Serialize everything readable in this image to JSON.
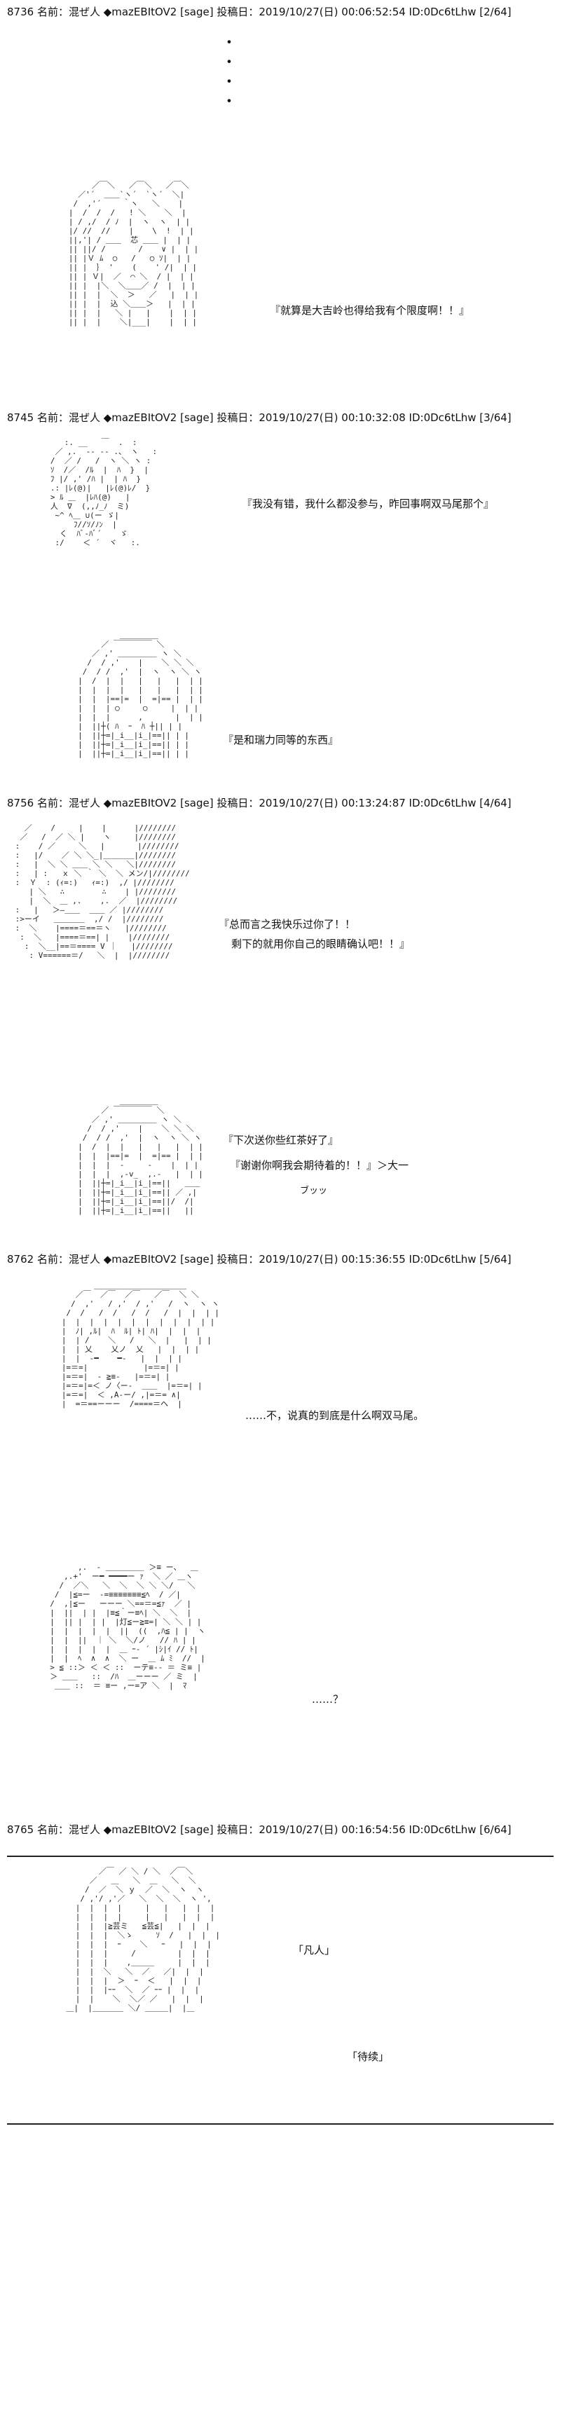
{
  "posts": [
    {
      "header": "8736 名前：混ぜ人 ◆mazEBItOV2 [sage] 投稿日：2019/10/27(日) 00:06:52:54 ID:0Dc6tLhw [2/64]"
    },
    {
      "header": "8745 名前：混ぜ人 ◆mazEBItOV2 [sage] 投稿日：2019/10/27(日) 00:10:32:08 ID:0Dc6tLhw [3/64]"
    },
    {
      "header": "8756 名前：混ぜ人 ◆mazEBItOV2 [sage] 投稿日：2019/10/27(日) 00:13:24:87 ID:0Dc6tLhw [4/64]"
    },
    {
      "header": "8762 名前：混ぜ人 ◆mazEBItOV2 [sage] 投稿日：2019/10/27(日) 00:15:36:55 ID:0Dc6tLhw [5/64]"
    },
    {
      "header": "8765 名前：混ぜ人 ◆mazEBItOV2 [sage] 投稿日：2019/10/27(日) 00:16:54:56 ID:0Dc6tLhw [6/64]"
    }
  ],
  "dots": [
    "・",
    "・",
    "・",
    "・"
  ],
  "dialogue": {
    "d1": "『就算是大吉岭也得给我有个限度啊！！』",
    "d2": "『我没有错，我什么都没参与，昨回事啊双马尾那个』",
    "d3": "『是和瑞力同等的东西』",
    "d4a": "『总而言之我快乐过你了！！",
    "d4b": "剩下的就用你自己的眼睛确认吧！！』",
    "d5a": "『下次送你些红茶好了』",
    "d5b": "『谢谢你啊我会期待着的！！』＞大一",
    "d5c": "ブッッ",
    "d6": "……不，说真的到底是什么啊双马尾。",
    "d7": "……？",
    "d8": "「凡人」",
    "d9": "「待续」"
  },
  "ascii_art": {
    "a1": "        ／￣＼   ／￣＼   ／￣＼\n     ／'´  ＿＿`ヽ´  `ヽ´  ＼|\n    /  ,'´  　 ｀ヽ   ＼    |\n   |  /  /  /   ! ＼    ＼  |\n   | / ,/  / ﾉ  |  ヽ  ヽ  | |\n   |/ //  //    |    \\  !  | |\n   ||,'| / ＿＿  芯 ＿＿ |  | |\n   || ||/ /       /    ∨ |  | |\n   || |Ｖ ﾑ  ○   /   ○ ｿ|  | |\n   || |  ｝ '    (    ' /|  | |\n   || | Ｖ|  ／  ⌒ ＼  / |  | |\n   || |  |＼  ＼＿＿／ /  |  | |\n   || |  |  ＼  ＞   ／   |  | |\n   || |  |  込 ＼＿＿＞   |  | |\n   || |  |   ＼ |   |    |  | |\n   || |  |    ＼|___|    |  | |",
    "a2": "      :. __   ￣  .  :\n    ／ ,.  -‐ ‐- .、 ヽ   :\n   /  ／ /   /  ヽ ＼ ヽ :\n   ｿ  /／  /ﾙ  |  ﾊ  }  |\n   ﾌ |/ ,' /ﾊ |  | ﾊ  }\n   .: |ﾚ(@)|   |ﾚ(@)ﾚ/  }\n   > ﾙ ＿  |ﾚﾊ(@)   |\n   人  ∇  (,,ﾉ_ﾉ  ミ)\n    ~^ ﾍ＿ ∪(ー ゞ|\n        ﾌ//ｿ/ﾉﾝ  |\n     く  ﾊﾞ-ﾊﾞ´    ゞ\n    :/    ＜ ´  ヾ   :.",
    "a3": "              ＿＿＿＿＿\n          ／ ￣￣￣￣￣ ＼\n        ／ ,' ＿＿＿＿＿ ヽ ＼\n       /  / ,'    |    ＼ ＼ ＼\n      /  / /  ,'  |  ヽ  ヽ ＼ ヽ\n     |  /  |  |   |   |   |  | |\n     |  |  |  |   |   |   |  | |\n     |  |  |==|=  |  =|== |  | |\n     |  |  | ○     ○     |  | |\n     |  |  |      ,       |  | |\n     |  ||┼( ﾊ  ｰ  ﾊ ┼|| | |\n     |  ||┼=|_i__|i_|==|| | |\n     |  ||┼=|_i__|i_|==|| | |\n     |  ||┼=|_i__|i_|==|| | |",
    "a4": "   ／    /     |    |      |////////\n  ／   /  ／ ＼ |    ヽ     |////////\n :    / ／     ＼   |       |////////\n :   |/    ／ ＼ ＼_|＿＿＿＿|////////\n :   |  ＼ ＼ ＿＿ ＼ ＼   ＼|////////\n :   | :   ｘ ＼ ｀ ＼  ＼ メン/|////////\n :  Ｙ  : (ｨ=:)   ｨ=:)  ,/ |////////\n    | ＼   ∴        ∴    | |////////\n    |  ＼  ＿ ,.    ,.  ／  |////////\n :   |   ＞―＿＿  ＿＿ ／ |////////\n :>ーイ   ＿＿＿＿  ,/ /  |////////\n :  ＼    |====＝==＝ヽ   |////////\n  :  ＼   |====＝==| |    |////////\n   :  ＼__|==＝==== V ｜   |////////\n    : V======＝/   ＼  |  |////////",
    "a5": "              ＿＿＿＿＿\n          ／ ￣￣￣￣￣ ＼\n        ／ ,' ＿＿＿＿＿ ヽ ＼\n       /  / ,'    |    ＼ ＼ ＼\n      /  / /  ,'  |  ヽ  ヽ ＼ ヽ\n     |  /  |  |   |   |   |  | |\n     |  |  |==|=  |  =|== |  | |\n     |  |  |  ‐     ‐    |  | |\n     |  |  |  ,-v_  ,.-   |  | |\n     |  ||┼=|_i__|i_|==||   ＿＿\n     |  ||┼=|_i__|i_|==|| ／ ,|\n     |  ||┼=|_i__|i_|==||/  /|\n     |  ||┼=|_i__|i_|==||   ||",
    "a6": "          ＿＿＿＿＿＿＿＿＿＿＿＿\n      ／￣  ／￣  ／￣   ／￣  ＼ ＼\n     /  ,'   / ,'  / ,'   /  ヽ  ヽ ヽ\n    /  /   /  /   /  /   /  |  |  | |\n   |  |  |  |  |  |  |  |  |  |  | |\n   |  ﾉ| ,ﾙ|  ﾊ  ﾙ| ﾄ| ﾊ|  |  |  |\n   |  | /    ＼   /   ＼  |   |  | |\n   |  | 乂    乂ノ  乂   |  |  | |\n   |  |  ‐━    ━‐   |  |  | |\n   |=＝=|            |=＝=| |\n   |=＝=|  ‐ ≧≡-   |=＝=| |\n   |=＝=|=＜ ノ〈ー‐  ＿＿  |=＝=| |\n   |=＝=|  ＜ ,A-ー/ ,|=＝= ∧|\n   |  =＝==ーーー  /====＝ヘ  |",
    "a7": "        ,.  ‐ ＿＿＿＿＿ ＞≡ ー、  ＿\n     ,.+'  ー━ ━━━━ー ｧ  ＼ ／ ＿ヽ\n    /  ／＼   ＼  ＼  ＼ ＼ ＼/   ＼\n   /  |≦=ー  ‐=≡≡≡≡≡≡≡≦ﾍ  / ／|\n  /  ,|≦ー   ーーー ＼==＝=≦ｧ  ／ |\n  |  ||  | |  |≡≦｀ー≡ﾍ| ＼  ＼  |\n  |  || |  | |  |灯≦ー≧≡=| ＼ ＼ | |\n  |  |  |  |  |  ||  ((  ,ﾊ≦ | |  ヽ\n  |  |  ||  ｜ ＼  ＼/ノ   // ﾊ | |\n  |  |  |  |  |  ＿ ｰ‐ ´ |ｼ|ｲ // ﾄ|\n  |  |  ﾍ  ∧  ∧  ＼ ー  ＿ ﾑ ﾐ  //  |\n  > ≦ ::＞ ＜ ＜ ::  ーテ≡‐‐ ＝ ミ≡ |\n  ＞ ＿＿   ::  /ﾊ  ＿ーーー ／ ミ  |\n   ＿＿ ::  ＝ ≡ー ,ー=ア ＼  |  ﾏ",
    "a8": "           ／￣ ／ ＼ / ＼  ／￣＼\n         ／   ＿   ＼  ＿   ＼  ＼\n        /  ／  ＼ ｙ  ／  ＼  ヽ  ヽ\n       / ,'/ ,'／   ＼  ＼  ＼  ヽ ',\n      |  |  |  |     |   |   |  |  |\n      |  |  |  |     |   |   |  |  |\n      |  |  |≧芸ミ   ≦芸≦|   |  |  |\n      |  |  |  ＼ゝ     ｿ  /   |  |  |\n      |  |  |  ｰ    ＼   ｰ   |  |  |\n      |  |  |     /         |  |  |\n      |  |  |    ,＿＿＿     |  |  |\n      |  |  ＼   ＼  ／   ／|  |  |\n      |  |  |  ＞  ｰ  ＜   |  |  |\n      |  |  |ｰｰ  ＼  ／ ｰｰ |  |  |\n      |  |    ＼  ＼／ ／   |  |  |\n    ＿|  |＿＿＿＿ ＼/ ＿＿＿|  |＿"
  }
}
